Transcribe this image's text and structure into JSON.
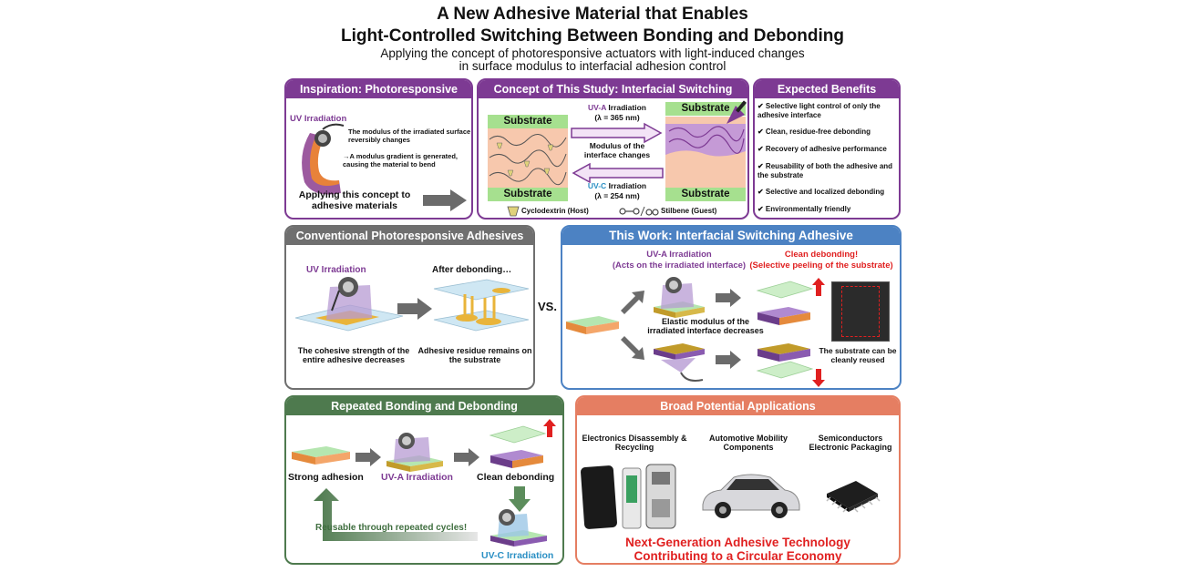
{
  "title_line1": "A New Adhesive Material that Enables",
  "title_line2": "Light-Controlled Switching Between Bonding and Debonding",
  "subtitle_line1": "Applying the concept of photoresponsive actuators with light-induced changes",
  "subtitle_line2": "in surface modulus to interfacial adhesion control",
  "colors": {
    "purple": "#7d3a93",
    "gray": "#6f6f6f",
    "blue": "#4c82c3",
    "green": "#4e7a4e",
    "salmon": "#e57e62",
    "red": "#e02020",
    "uvc_blue": "#2a8fc4",
    "substrate_green": "#a6e08f",
    "adhesive_pink": "#f7c8ad"
  },
  "inspiration": {
    "header": "Inspiration: Photoresponsive Actuator",
    "uv_label": "UV Irradiation",
    "desc1": "The modulus of the irradiated surface reversibly changes",
    "desc2": "→A modulus gradient is generated, causing the material to bend",
    "apply": "Applying this concept to adhesive materials"
  },
  "concept": {
    "header": "Concept of This Study: Interfacial Switching",
    "substrate": "Substrate",
    "uva": "UV-A",
    "irradiation": "Irradiation",
    "uva_wavelength": "(λ = 365 nm)",
    "modulus": "Modulus of the interface changes",
    "uvc": "UV-C",
    "uvc_wavelength": "(λ = 254 nm)",
    "legend_host": "Cyclodextrin (Host)",
    "legend_guest": "Stilbene (Guest)"
  },
  "benefits": {
    "header": "Expected Benefits",
    "items": [
      "✔ Selective light control of only the adhesive interface",
      "✔ Clean, residue-free debonding",
      "✔ Recovery of adhesive performance",
      "✔ Reusability of both the adhesive and the substrate",
      "✔ Selective and localized debonding",
      "✔ Environmentally friendly"
    ]
  },
  "conventional": {
    "header": "Conventional Photoresponsive Adhesives",
    "uv_label": "UV Irradiation",
    "after": "After debonding…",
    "cap1": "The cohesive strength of the entire adhesive decreases",
    "cap2": "Adhesive residue remains on the substrate"
  },
  "vs": "VS.",
  "this_work": {
    "header": "This Work: Interfacial Switching Adhesive",
    "uva_line1": "UV-A Irradiation",
    "uva_line2": "(Acts on the irradiated interface)",
    "clean_line1": "Clean debonding!",
    "clean_line2": "(Selective peeling of the substrate)",
    "elastic": "Elastic modulus of the irradiated interface decreases",
    "reused": "The substrate can be cleanly reused"
  },
  "repeated": {
    "header": "Repeated Bonding and Debonding",
    "strong": "Strong adhesion",
    "uva": "UV-A Irradiation",
    "clean": "Clean debonding",
    "reusable": "Reusable through repeated cycles!",
    "uvc": "UV-C Irradiation"
  },
  "applications": {
    "header": "Broad Potential Applications",
    "col1": "Electronics Disassembly & Recycling",
    "col2": "Automotive Mobility Components",
    "col3": "Semiconductors Electronic Packaging",
    "footer1": "Next-Generation Adhesive Technology",
    "footer2": "Contributing to a Circular Economy"
  }
}
